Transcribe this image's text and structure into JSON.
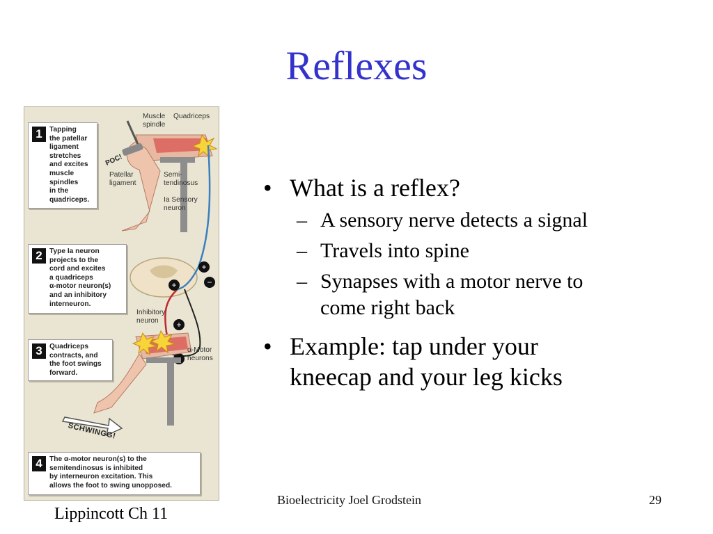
{
  "slide": {
    "title": "Reflexes",
    "bullets": [
      {
        "text": "What is a reflex?",
        "subitems": [
          "A sensory nerve detects a signal",
          "Travels into spine",
          "Synapses with a motor nerve to come right back"
        ]
      },
      {
        "text": "Example: tap under your kneecap and your leg kicks",
        "subitems": []
      }
    ],
    "bullet_symbol": "•",
    "dash_symbol": "–",
    "caption": "Lippincott Ch 11",
    "footer": "Bioelectricity Joel Grodstein",
    "page_number": "29"
  },
  "figure": {
    "steps": [
      {
        "num": "1",
        "text": "Tapping\nthe patellar\nligament\nstretches\nand excites\nmuscle\nspindles\nin the\nquadriceps."
      },
      {
        "num": "2",
        "text": "Type Ia neuron\nprojects to the\ncord and excites\na quadriceps\nα-motor neuron(s)\nand an inhibitory\ninterneuron."
      },
      {
        "num": "3",
        "text": "Quadriceps\ncontracts, and\nthe foot swings\nforward."
      },
      {
        "num": "4",
        "text": "The α-motor neuron(s) to the\nsemitendinosus is inhibited\nby interneuron excitation. This\nallows the foot to swing unopposed."
      }
    ],
    "labels": {
      "muscle_spindle": "Muscle\nspindle",
      "quadriceps": "Quadriceps",
      "patellar_ligament": "Patellar\nligament",
      "semitendinosus": "Semi-\ntendinosus",
      "ia_sensory_neuron": "Ia Sensory\nneuron",
      "inhibitory_neuron": "Inhibitory\nneuron",
      "alpha_motor_neurons": "α-Motor\nneurons",
      "poc": "POC!",
      "schwingg": "SCHWINGG!"
    },
    "colors": {
      "title": "#3333cc",
      "background": "#e9e5d2",
      "sensory_nerve": "#3a7fc0",
      "motor_nerve_red": "#c0282c",
      "inhibitory_nerve": "#222222"
    }
  }
}
